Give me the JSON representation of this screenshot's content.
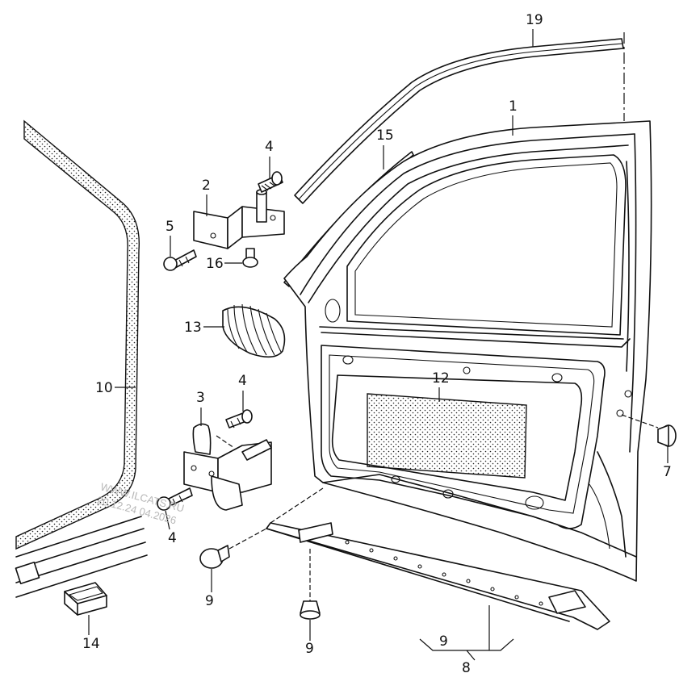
{
  "watermark": {
    "line1": "WWW.ILCATS.RU",
    "line2": "20.12.24 04.2026"
  },
  "callouts": {
    "c1": "1",
    "c2": "2",
    "c3": "3",
    "c4a": "4",
    "c4b": "4",
    "c4c": "4",
    "c5": "5",
    "c7": "7",
    "c8": "8",
    "c9a": "9",
    "c9b": "9",
    "c9c": "9",
    "c10": "10",
    "c12": "12",
    "c13": "13",
    "c14": "14",
    "c15": "15",
    "c16": "16",
    "c19": "19"
  }
}
